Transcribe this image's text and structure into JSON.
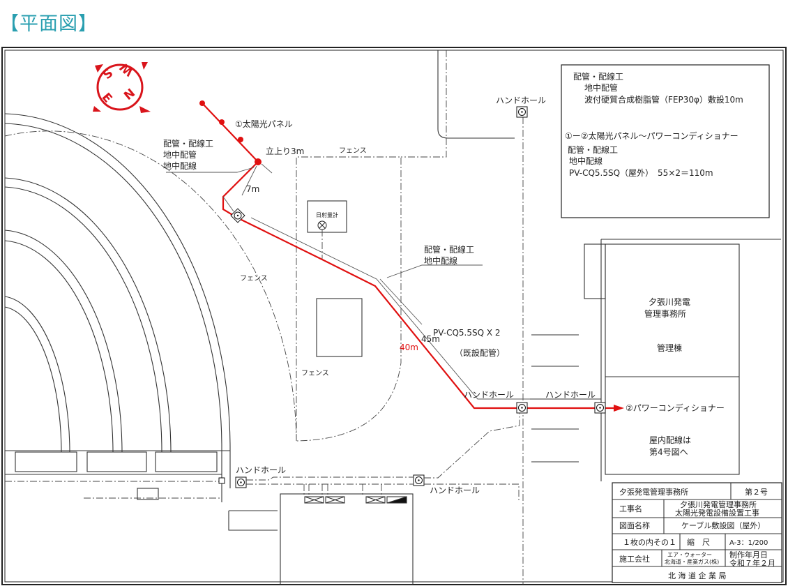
{
  "page_title": "【平面図】",
  "compass": {
    "letters": [
      "S",
      "W",
      "N",
      "E"
    ],
    "color": "#d9141b"
  },
  "route_color": "#e01010",
  "labels": {
    "solar_panel": "①太陽光パネル",
    "rise": "立上り3m",
    "fence": "フェンス",
    "work1": [
      "配管・配線工",
      "地中配管",
      "地中配線"
    ],
    "dist_7m": "7m",
    "meter": "日射量計",
    "work2": [
      "配管・配線工",
      "地中配線"
    ],
    "cable": "PV-CQ5.5SQ X 2",
    "existing": "（既設配管）",
    "dist_45m": "45m",
    "dist_40m": "40m",
    "handhole": "ハンドホール",
    "pcs": "②パワーコンディショナー",
    "building": [
      "夕張川発電",
      "管理事務所"
    ],
    "building_sub": "管理棟",
    "indoor": [
      "屋内配線は",
      "第4号図へ"
    ]
  },
  "notes": {
    "line1": "配管・配線工",
    "line2": "地中配管",
    "line3": "波付硬質合成樹脂管（FEP30φ）敷設10m",
    "route_title": "①ー②太陽光パネル～パワーコンディショナー",
    "line4": "配管・配線工",
    "line5": "地中配線",
    "line6": "PV-CQ5.5SQ（屋外）　55×2＝110m"
  },
  "title_block": {
    "office": "夕張発電管理事務所",
    "sheet_no": "第２号",
    "project_label": "工事名",
    "project": [
      "夕張川発電管理事務所",
      "太陽光発電設備設置工事"
    ],
    "drawing_label": "図面名称",
    "drawing": "ケーブル敷設図（屋外）",
    "sheet_of": "１枚の内その１",
    "scale_label": "縮　尺",
    "scale": "A-3：1/200",
    "contractor_label": "施工会社",
    "contractor": [
      "エア・ウォーター",
      "北海道・産業ガス(株)"
    ],
    "date_label": "制作年月日",
    "date": "令和７年２月",
    "bureau": "北 海 道 企 業 局"
  }
}
